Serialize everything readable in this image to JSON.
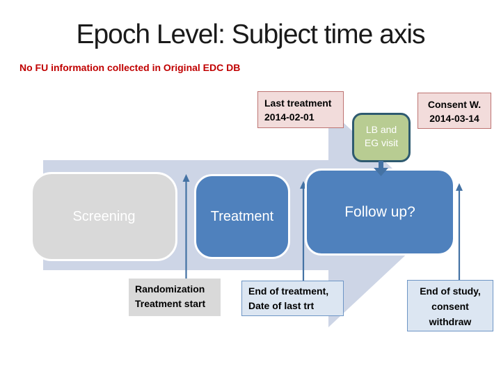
{
  "slide_title": "Epoch Level: Subject time axis",
  "note": "No FU information collected in Original EDC DB",
  "annotations": {
    "last_treatment": {
      "lines": [
        "Last treatment",
        "2014-02-01"
      ]
    },
    "consent_withdraw": {
      "lines": [
        "Consent W.",
        "2014-03-14"
      ]
    },
    "lb_eg_visit": {
      "lines": [
        "LB and",
        "EG visit"
      ]
    }
  },
  "epochs": [
    {
      "label": "Screening"
    },
    {
      "label": "Treatment"
    },
    {
      "label": "Follow up?"
    }
  ],
  "milestones": [
    {
      "lines": [
        "Randomization",
        "Treatment start"
      ]
    },
    {
      "lines": [
        "End of treatment,",
        "Date of last trt"
      ]
    },
    {
      "lines": [
        "End of study,",
        "consent",
        "withdraw"
      ]
    }
  ],
  "colors": {
    "timeline_arrow": "#cdd5e6",
    "epoch_blue": "#4f81bd",
    "epoch_gray": "#d9d9d9",
    "connector_blue": "#4472a4",
    "annotation_pink_fill": "#f2dcdb",
    "annotation_pink_border": "#bd7371",
    "milestone_blue_fill": "#dce6f2",
    "milestone_blue_border": "#6d95c5",
    "visit_green_fill": "#b8cc92",
    "visit_green_border": "#2e5a70",
    "note_red": "#c00000",
    "title_color": "#1a1a1a"
  }
}
